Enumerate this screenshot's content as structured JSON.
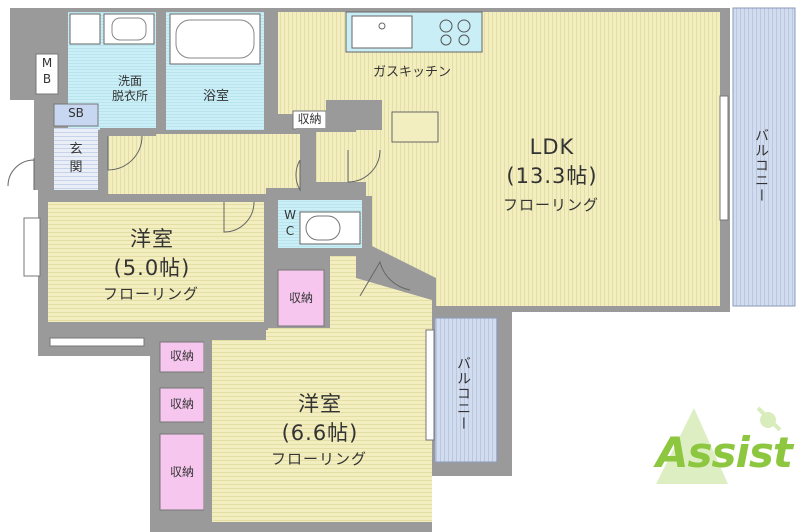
{
  "rooms": {
    "ldk": {
      "name": "LDK",
      "size": "(13.3帖)",
      "floor": "フローリング"
    },
    "western1": {
      "name": "洋室",
      "size": "(5.0帖)",
      "floor": "フローリング"
    },
    "western2": {
      "name": "洋室",
      "size": "(6.6帖)",
      "floor": "フローリング"
    },
    "kitchen": "ガスキッチン",
    "bath": "浴室",
    "washroom": "洗面\n脱衣所",
    "entrance": "玄\n関",
    "shoebox": "SB",
    "mb": "M\nB",
    "wc": "W\nC",
    "balcony1": "バルコニー",
    "balcony2": "バルコニー"
  },
  "storage": {
    "label": "収納"
  },
  "logo": {
    "text": "Assist",
    "color": "#8dc63f"
  },
  "colors": {
    "floor": "#f1edbb",
    "floor_line": "#e2dc9c",
    "wet": "#c9eef6",
    "storage": "#f6c6ef",
    "balcony": "#cdd9ee",
    "wall": "#8c8c8c",
    "sb": "#c7d7f2"
  }
}
